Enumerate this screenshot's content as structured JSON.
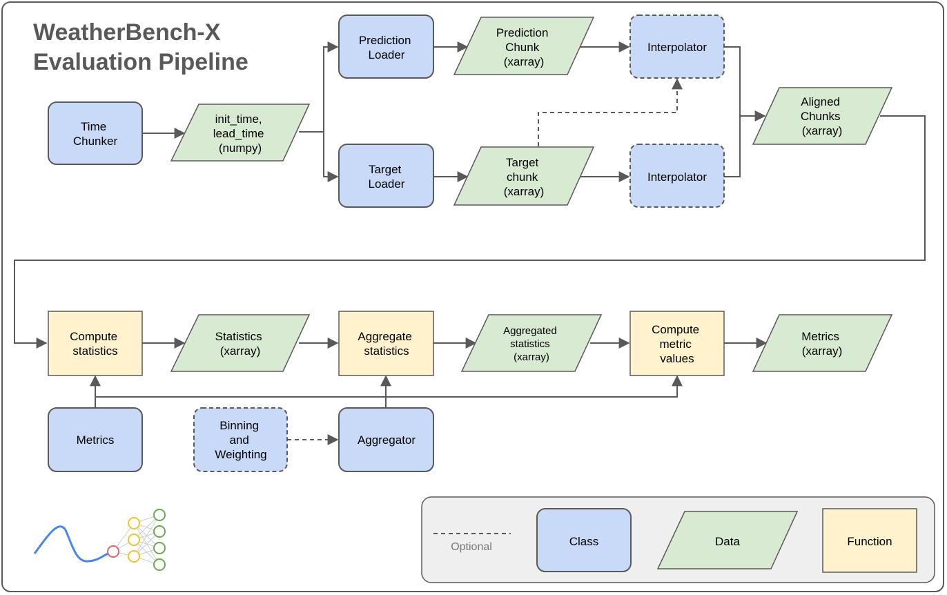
{
  "title": [
    "WeatherBench-X",
    "Evaluation Pipeline"
  ],
  "colors": {
    "class_fill": "#c9daf8",
    "data_fill": "#d9ead3",
    "function_fill": "#fff2cc",
    "stroke": "#595959",
    "legend_bg": "#efefef",
    "curve": "#4a86e8",
    "nn_input": "#e06666",
    "nn_hidden": "#f1c232",
    "nn_output": "#6aa84f"
  },
  "nodes": {
    "time_chunker": [
      "Time",
      "Chunker"
    ],
    "init_lead_time": [
      "init_time,",
      "lead_time",
      "(numpy)"
    ],
    "prediction_loader": [
      "Prediction",
      "Loader"
    ],
    "target_loader": [
      "Target",
      "Loader"
    ],
    "prediction_chunk": [
      "Prediction",
      "Chunk",
      "(xarray)"
    ],
    "target_chunk": [
      "Target",
      "chunk",
      "(xarray)"
    ],
    "interpolator_top": [
      "Interpolator"
    ],
    "interpolator_bottom": [
      "Interpolator"
    ],
    "aligned_chunks": [
      "Aligned",
      "Chunks",
      "(xarray)"
    ],
    "compute_statistics": [
      "Compute",
      "statistics"
    ],
    "statistics": [
      "Statistics",
      "(xarray)"
    ],
    "aggregate_statistics": [
      "Aggregate",
      "statistics"
    ],
    "aggregated_statistics": [
      "Aggregated",
      "statistics",
      "(xarray)"
    ],
    "compute_metric_values": [
      "Compute",
      "metric",
      "values"
    ],
    "metrics_data": [
      "Metrics",
      "(xarray)"
    ],
    "metrics_class": [
      "Metrics"
    ],
    "binning_weighting": [
      "Binning",
      "and",
      "Weighting"
    ],
    "aggregator": [
      "Aggregator"
    ]
  },
  "legend": {
    "optional": "Optional",
    "class": "Class",
    "data": "Data",
    "function": "Function"
  }
}
